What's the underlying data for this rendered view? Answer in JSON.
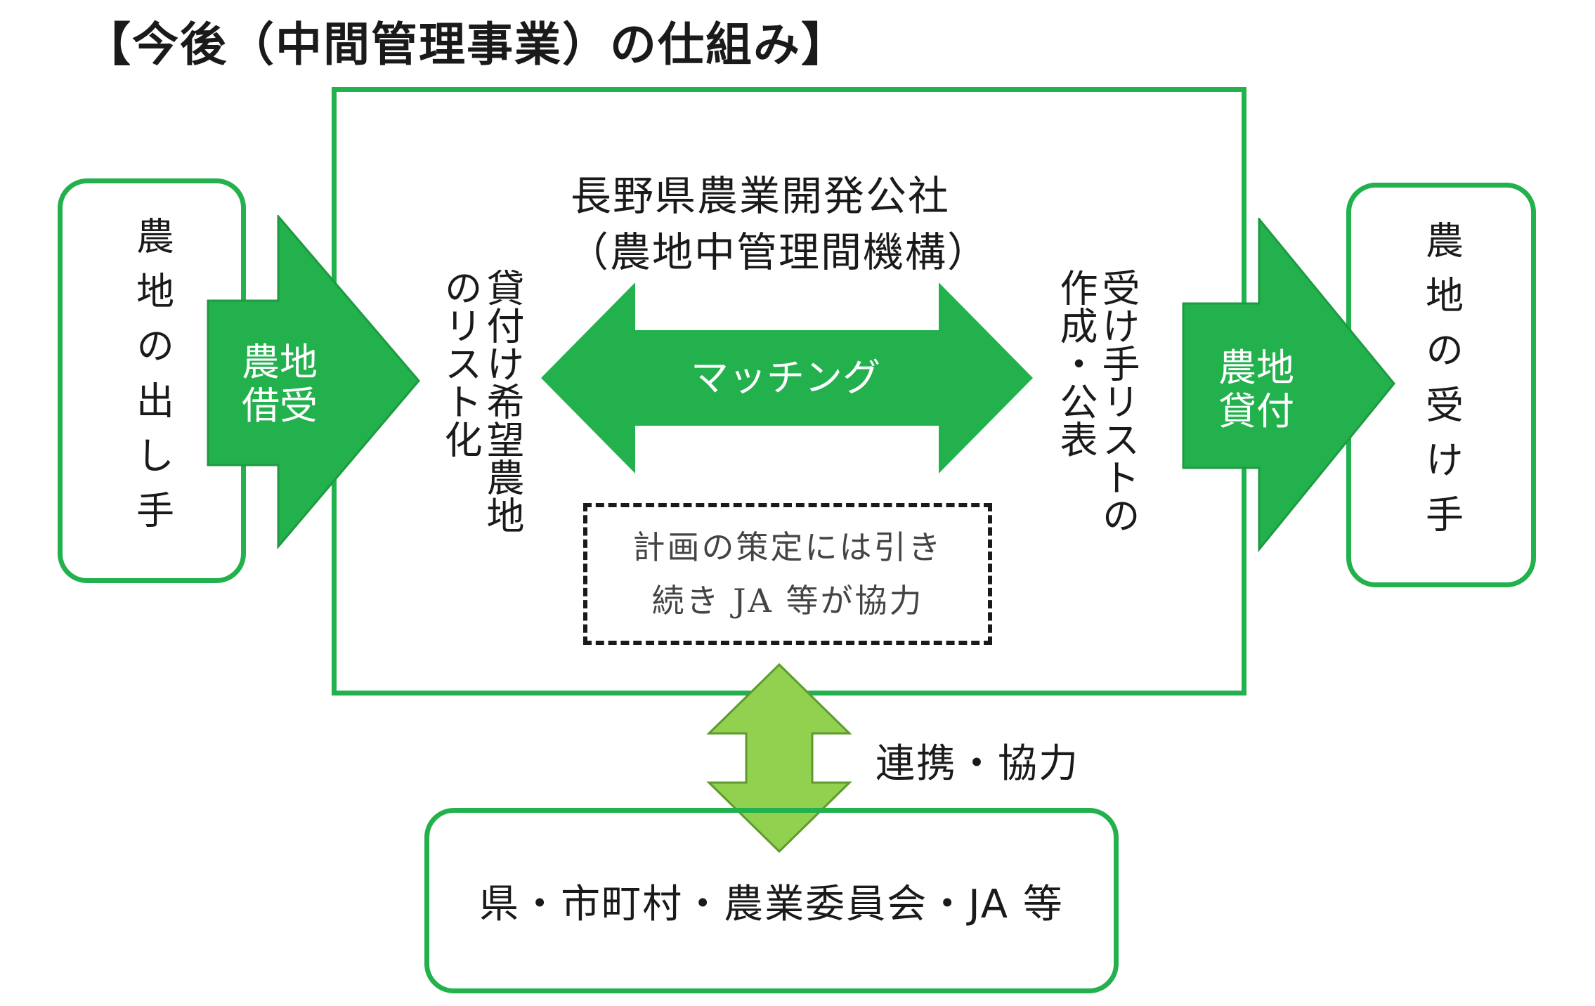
{
  "title": "【今後（中間管理事業）の仕組み】",
  "left_party": "農地の出し手",
  "right_party": "農地の受け手",
  "left_arrow_label": [
    "農地",
    "借受"
  ],
  "right_arrow_label": [
    "農地",
    "貸付"
  ],
  "org_name": "長野県農業開発公社",
  "org_subname": "（農地中管理間機構）",
  "left_inner": [
    "貸付け希望農地",
    "のリスト化"
  ],
  "right_inner": [
    "受け手リストの",
    "作成・公表"
  ],
  "matching_label": "マッチング",
  "note_lines": [
    "計画の策定には引き",
    "続き JA 等が協力"
  ],
  "cooperation_label": "連携・協力",
  "partners": "県・市町村・農業委員会・JA 等",
  "colors": {
    "green_border": "#22b14c",
    "green_arrow": "#22b14c",
    "light_green_arrow": "#92d050"
  }
}
